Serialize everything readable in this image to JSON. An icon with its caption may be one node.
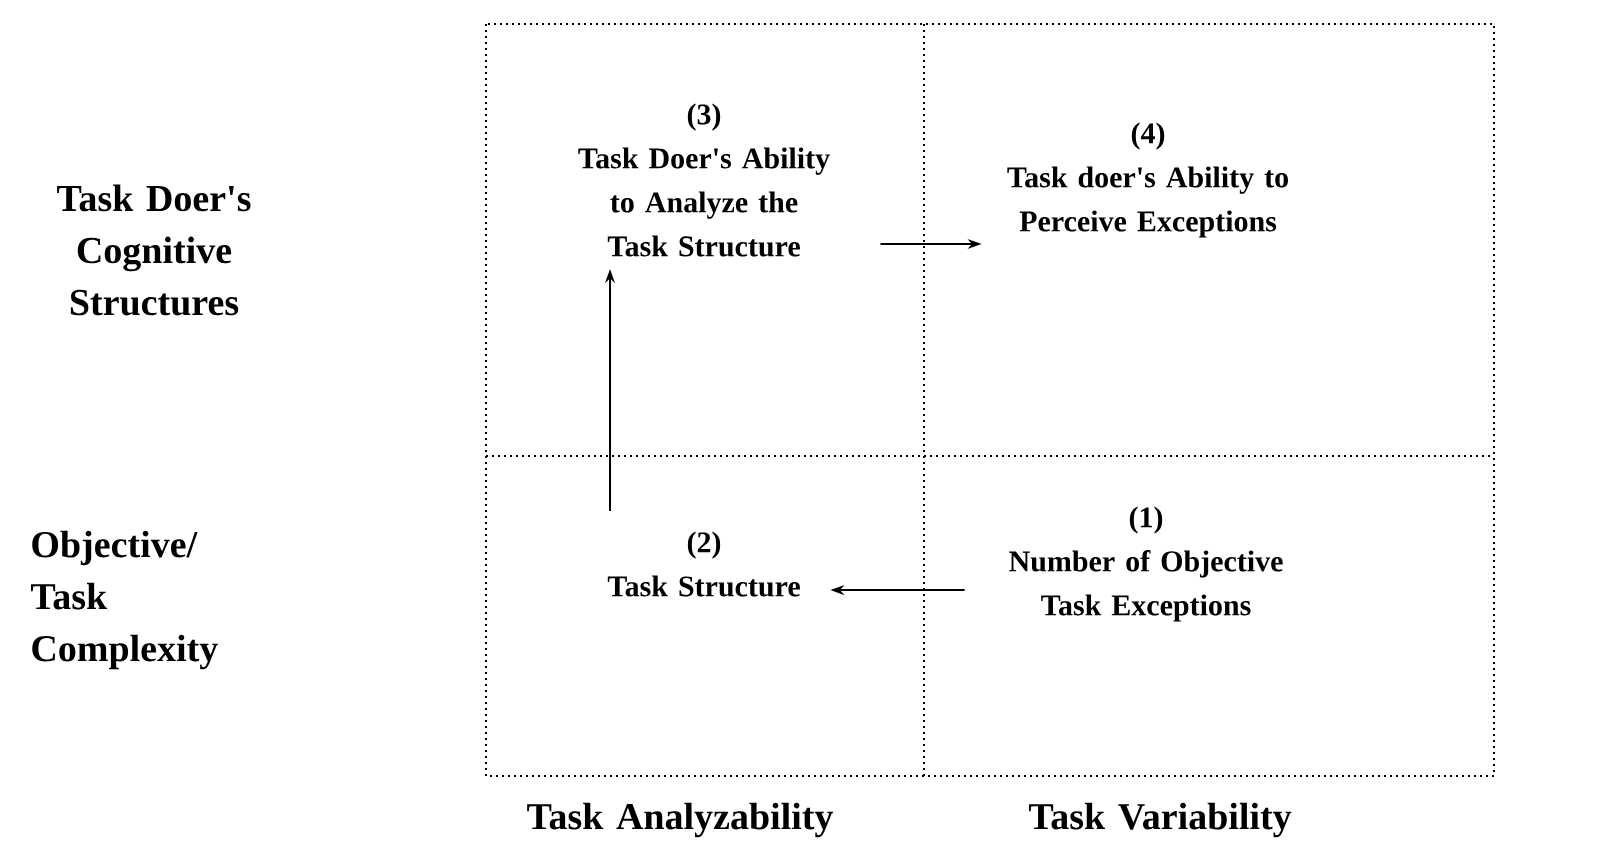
{
  "diagram": {
    "nodes": [
      {
        "text": [
          "(3)",
          "Task Doer's Ability to Analyze the Task Structure"
        ]
      },
      {
        "text": [
          "(4)",
          "Task doer's Ability to Perceive Exceptions"
        ]
      },
      {
        "text": [
          "(2)",
          "Task Structure"
        ]
      },
      {
        "text": [
          "(1)",
          "Number of Objective Task Exceptions"
        ]
      }
    ],
    "edges": [
      {
        "from": 0,
        "to": 1,
        "arrow": "to"
      },
      {
        "from": 2,
        "to": 0,
        "arrow": "to"
      },
      {
        "from": 3,
        "to": 2,
        "arrow": "to"
      }
    ],
    "labels": [
      "Task Doer's Cognitive Structures",
      "Objective/ Task Complexity",
      "Task Analyzability",
      "Task Variability"
    ]
  }
}
